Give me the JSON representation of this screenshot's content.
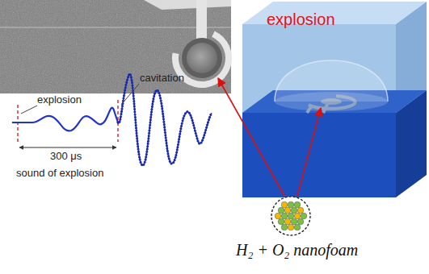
{
  "diagram": {
    "labels": [
      "explosion",
      "explosion",
      "cavitation",
      "300 μs",
      "sound of explosion",
      "H₂ + O₂ nanofoam"
    ]
  }
}
